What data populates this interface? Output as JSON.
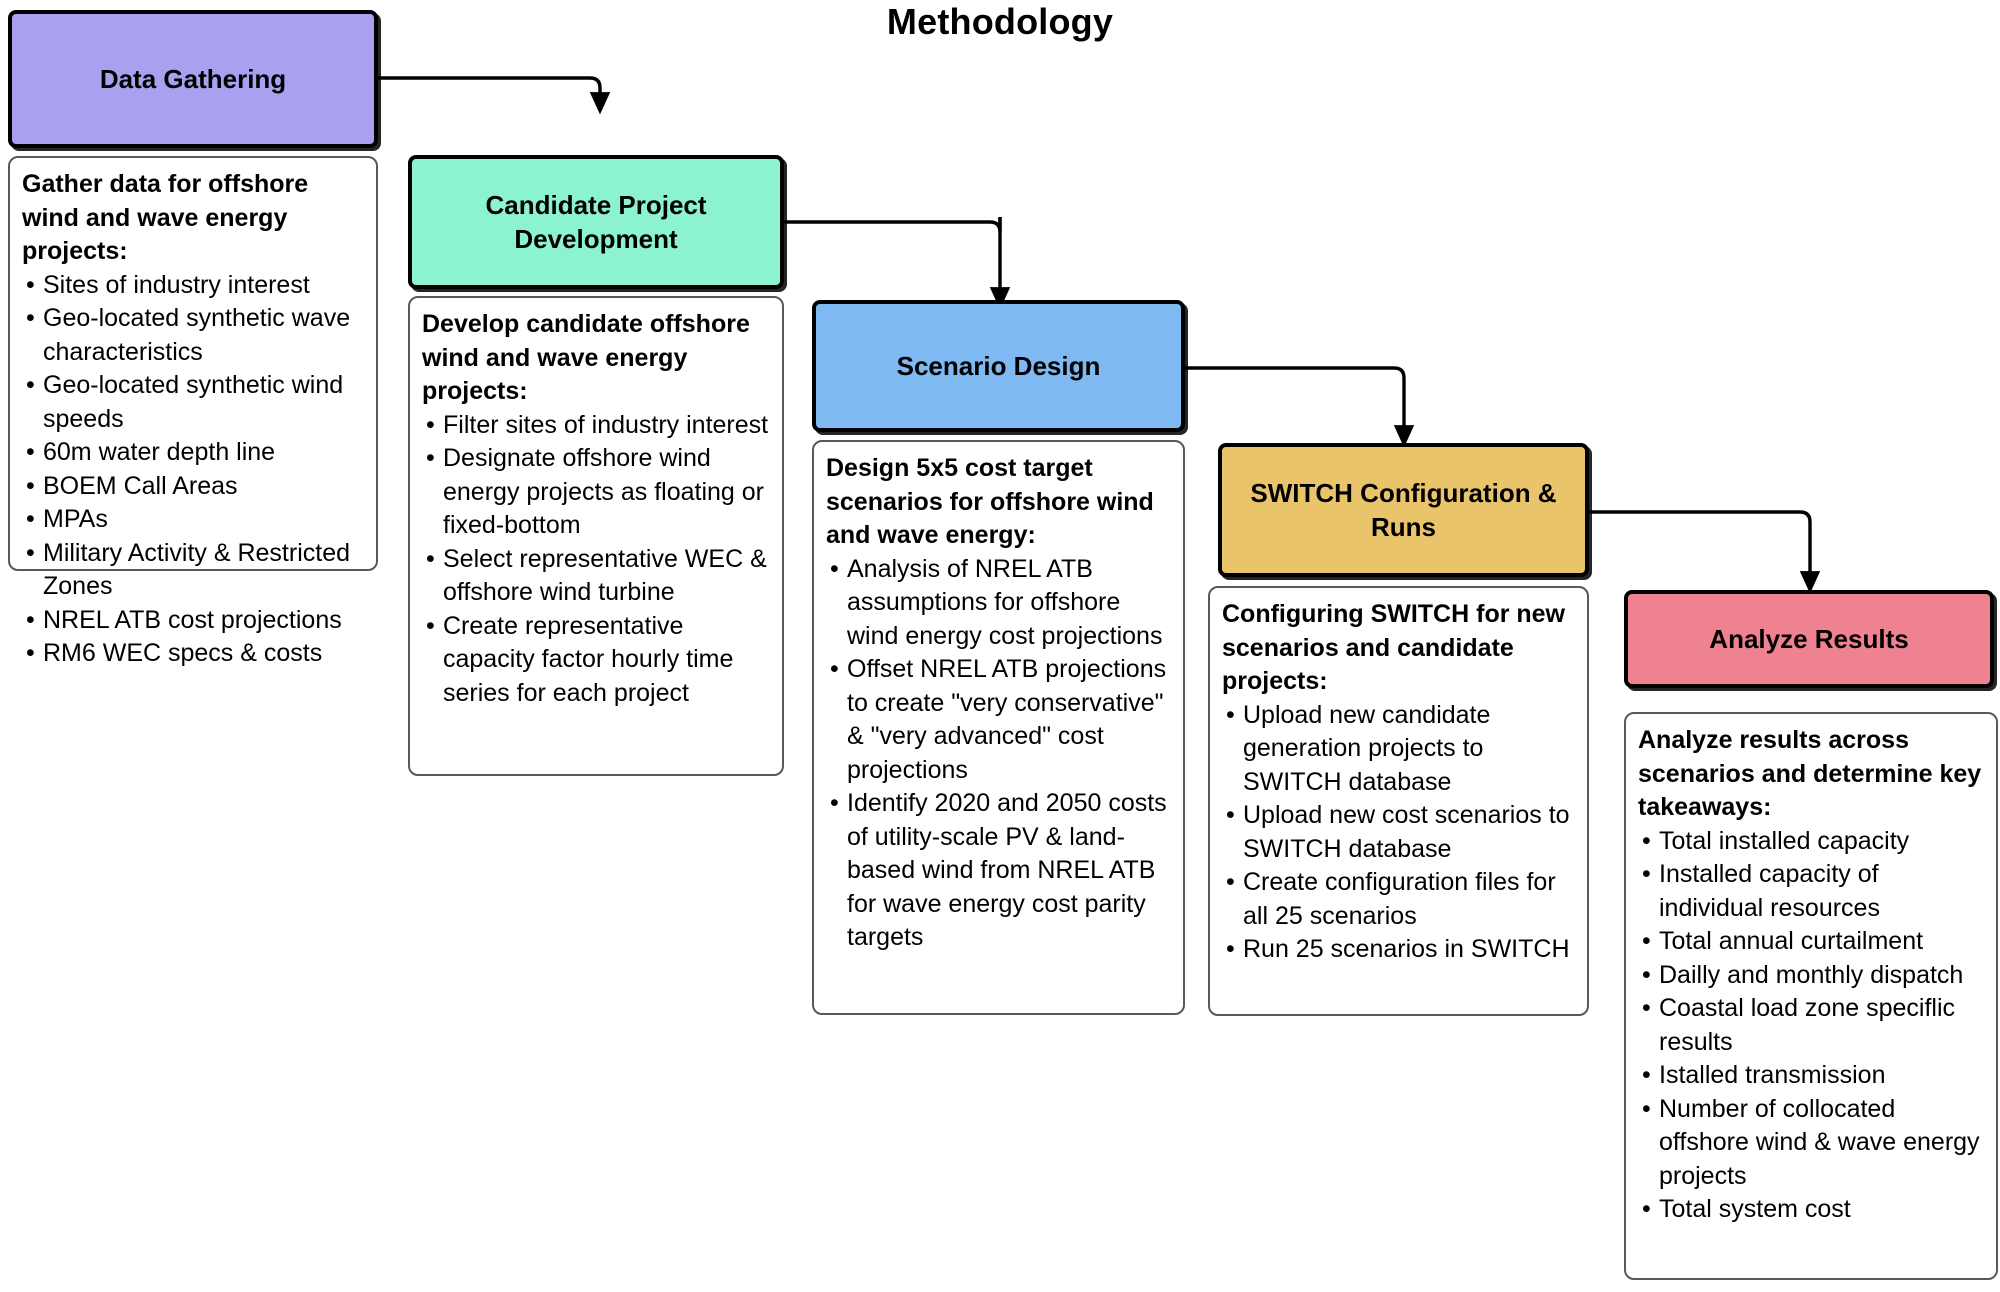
{
  "title": "Methodology",
  "colors": {
    "data_gathering": "#A9A0F0",
    "candidate_project": "#8BF2D2",
    "scenario_design": "#7FB9F2",
    "switch_config": "#E9C46A",
    "analyze_results": "#EF8290",
    "box_border": "#000000",
    "detail_border": "#595959",
    "background": "#FFFFFF"
  },
  "stages": [
    {
      "id": "data-gathering",
      "label": "Data Gathering",
      "detail": {
        "heading": "Gather data for offshore wind and wave energy projects:",
        "items": [
          "Sites of industry interest",
          "Geo-located synthetic wave characteristics",
          "Geo-located synthetic wind speeds",
          "60m water depth line",
          "BOEM Call Areas",
          "MPAs",
          "Military Activity & Restricted Zones",
          "NREL ATB cost projections",
          "RM6 WEC specs & costs"
        ]
      }
    },
    {
      "id": "candidate-project-development",
      "label": "Candidate Project Development",
      "detail": {
        "heading": "Develop candidate offshore wind and wave energy projects:",
        "items": [
          "Filter sites of industry interest",
          "Designate offshore wind energy projects as floating or fixed-bottom",
          "Select representative WEC & offshore wind turbine",
          "Create representative capacity factor hourly time series for each project"
        ]
      }
    },
    {
      "id": "scenario-design",
      "label": "Scenario Design",
      "detail": {
        "heading": "Design 5x5 cost target scenarios for offshore wind and wave energy:",
        "items": [
          "Analysis of NREL ATB assumptions for offshore wind energy cost projections",
          "Offset NREL ATB projections to create \"very conservative\" & \"very advanced\" cost projections",
          "Identify 2020 and 2050 costs of utility-scale PV & land-based wind from NREL ATB for wave energy cost parity  targets"
        ]
      }
    },
    {
      "id": "switch-configuration-and-runs",
      "label": "SWITCH Configuration & Runs",
      "detail": {
        "heading": "Configuring SWITCH for new scenarios and candidate projects:",
        "items": [
          "Upload new candidate generation projects to SWITCH database",
          "Upload new cost scenarios to SWITCH database",
          "Create configuration files for all 25 scenarios",
          "Run 25 scenarios in SWITCH"
        ]
      }
    },
    {
      "id": "analyze-results",
      "label": "Analyze Results",
      "detail": {
        "heading": "Analyze results across scenarios and determine key takeaways:",
        "items": [
          "Total installed capacity",
          "Installed capacity of individual resources",
          "Total annual curtailment",
          "Dailly and monthly dispatch",
          "Coastal load zone speciflic results",
          "Istalled transmission",
          "Number of collocated offshore wind & wave energy projects",
          "Total system cost"
        ]
      }
    }
  ],
  "flow_arrows": [
    {
      "from": "data-gathering",
      "to": "candidate-project-development"
    },
    {
      "from": "candidate-project-development",
      "to": "scenario-design"
    },
    {
      "from": "scenario-design",
      "to": "switch-configuration-and-runs"
    },
    {
      "from": "switch-configuration-and-runs",
      "to": "analyze-results"
    }
  ]
}
